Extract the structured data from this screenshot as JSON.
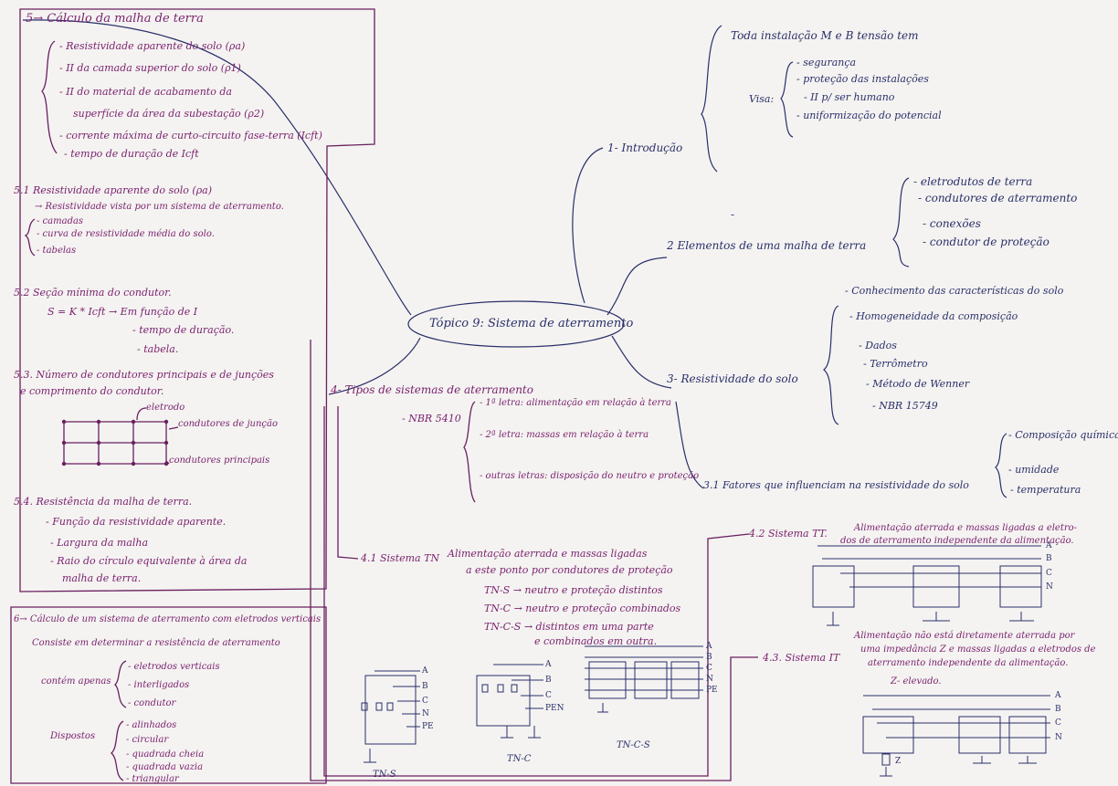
{
  "center": {
    "title": "Tópico 9: Sistema de aterramento"
  },
  "intro": {
    "label": "1- Introdução",
    "line1": "Toda instalação M e B tensão tem",
    "visa": "Visa:",
    "items": [
      "- segurança",
      "- proteção das instalações",
      "- II p/ ser humano",
      "- uniformização do potencial"
    ]
  },
  "elementos": {
    "label": "2 Elementos de uma malha de terra",
    "dash": "-",
    "items": [
      "- eletrodutos de terra",
      "- condutores de aterramento",
      "- conexões",
      "- condutor de proteção"
    ]
  },
  "resistividade": {
    "label": "3- Resistividade do solo",
    "items": [
      "- Conhecimento das características do solo",
      "- Homogeneidade da composição",
      "- Dados",
      "- Terrômetro",
      "- Método de Wenner",
      "- NBR 15749"
    ],
    "fatores_label": "3.1 Fatores que influenciam na resistividade do solo",
    "fatores": [
      "- Composição química",
      "- umidade",
      "- temperatura"
    ]
  },
  "tipos": {
    "label": "4- Tipos de sistemas de aterramento",
    "nbr": "- NBR 5410",
    "items": [
      "- 1ª letra: alimentação em relação à terra",
      "- 2ª letra: massas em relação à terra",
      "- outras letras: disposição do neutro e proteção"
    ]
  },
  "tn": {
    "label": "4.1 Sistema TN",
    "desc1": "Alimentação aterrada e massas ligadas",
    "desc2": "a este ponto por condutores de proteção",
    "items": [
      "TN-S → neutro e proteção distintos",
      "TN-C → neutro e proteção combinados",
      "TN-C-S → distintos em uma parte",
      "e combinados em outra."
    ],
    "diagram_labels": [
      "TN-S",
      "TN-C",
      "TN-C-S"
    ],
    "wires_s": [
      "A",
      "B",
      "C",
      "N",
      "PE"
    ],
    "wires_c": [
      "A",
      "B",
      "C",
      "PEN"
    ],
    "wires_cs": [
      "A",
      "B",
      "C",
      "N",
      "PE"
    ]
  },
  "tt": {
    "label": "4.2 Sistema TT.",
    "desc1": "Alimentação aterrada e massas ligadas a eletro-",
    "desc2": "dos de aterramento independente da alimentação.",
    "wires": [
      "A",
      "B",
      "C",
      "N"
    ]
  },
  "it": {
    "label": "4.3. Sistema IT",
    "desc": [
      "Alimentação não está diretamente aterrada por",
      "uma impedância Z e massas ligadas a eletrodos de",
      "aterramento independente da alimentação.",
      "Z- elevado."
    ],
    "wires": [
      "A",
      "B",
      "C",
      "N"
    ],
    "z": "Z"
  },
  "calc": {
    "label": "5→ Cálculo da malha de terra",
    "items": [
      "- Resistividade aparente do solo (ρa)",
      "- II da camada superior do solo (ρ1)",
      "- II do material de acabamento da",
      "superfície da área da subestação (ρ2)",
      "- corrente máxima de curto-circuito fase-terra (Icft)",
      "- tempo de duração de Icft"
    ],
    "s51": "5.1 Resistividade aparente do solo (ρa)",
    "s51_note": "→ Resistividade vista por um sistema de aterramento.",
    "s51_items": [
      "- camadas",
      "- curva de resistividade média do solo.",
      "- tabelas"
    ],
    "s52": "5.2 Seção mínima do condutor.",
    "s52_formula": "S = K * Icft → Em função de I",
    "s52_items": [
      "- tempo de duração.",
      "- tabela."
    ],
    "s53": "5.3. Número de condutores principais e de junções",
    "s53b": "e comprimento do condutor.",
    "grid_labels": [
      "eletrodo",
      "condutores de junção",
      "condutores principais"
    ],
    "s54": "5.4. Resistência da malha de terra.",
    "s54_items": [
      "- Função da resistividade aparente.",
      "- Largura da malha",
      "- Raio do círculo equivalente à área da",
      "malha de terra."
    ]
  },
  "sec6": {
    "label": "6→ Cálculo de um sistema de aterramento com eletrodos verticais",
    "note": "Consiste em determinar a resistência de aterramento",
    "contem": "contém apenas",
    "contem_items": [
      "- eletrodos verticais",
      "- interligados",
      "- condutor"
    ],
    "dispostos": "Dispostos",
    "disp_items": [
      "- alinhados",
      "- circular",
      "- quadrada cheia",
      "- quadrada vazia",
      "- triangular"
    ]
  }
}
